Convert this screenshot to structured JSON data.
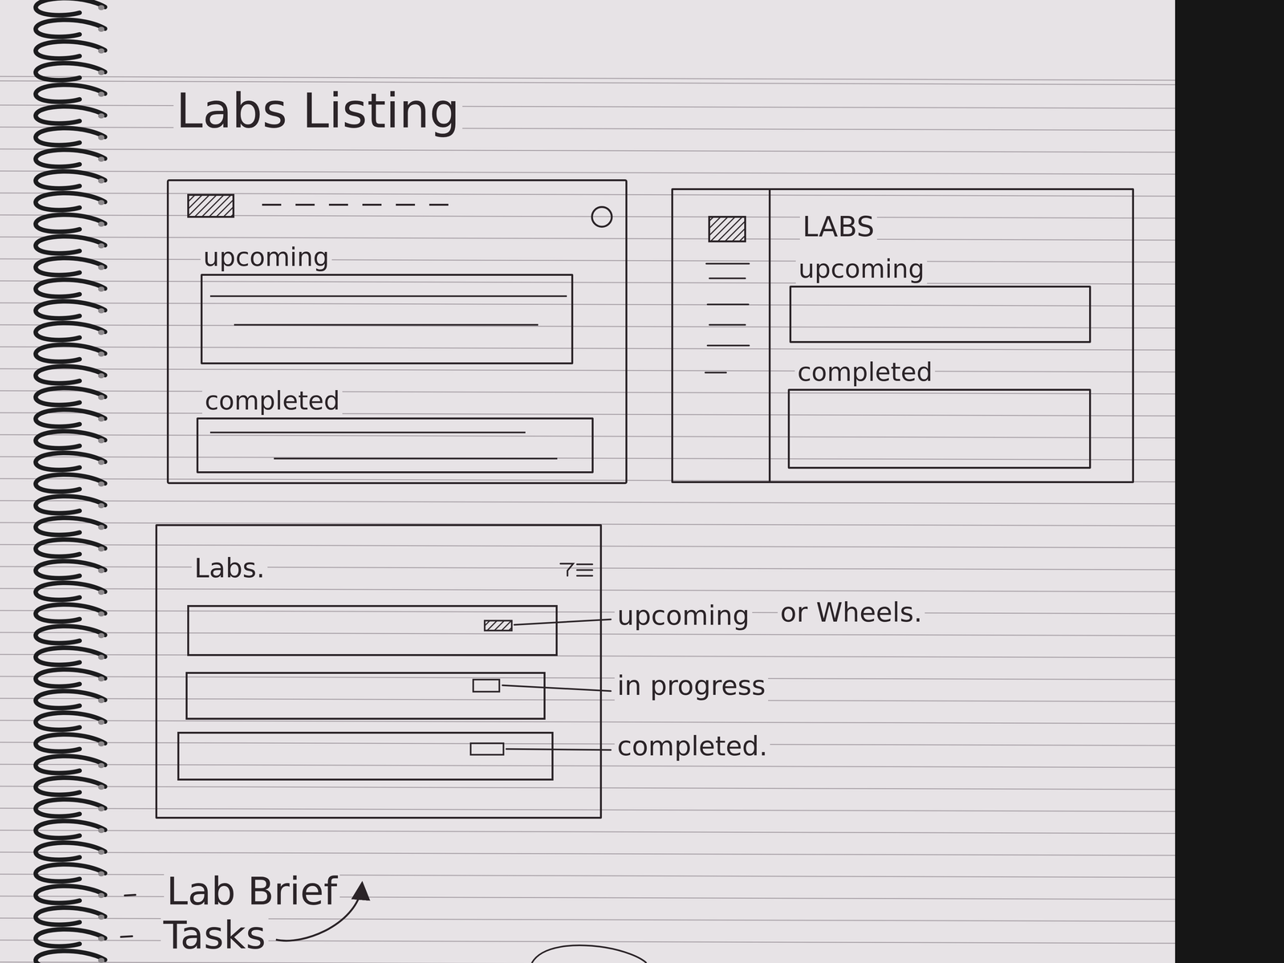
{
  "diagram": {
    "title": "Labs Listing",
    "nodes": [
      {
        "text": [
          "upcoming"
        ]
      },
      {
        "text": [
          "completed"
        ]
      },
      {
        "text": [
          "LABS"
        ]
      },
      {
        "text": [
          "upcoming"
        ],
        "in": 2
      },
      {
        "text": [
          "completed"
        ],
        "in": 2
      },
      {
        "text": [
          "Labs."
        ]
      }
    ],
    "labels": [
      "upcoming",
      "in progress",
      "completed.",
      "or Wheels.",
      "Lab Brief",
      "Tasks"
    ]
  }
}
